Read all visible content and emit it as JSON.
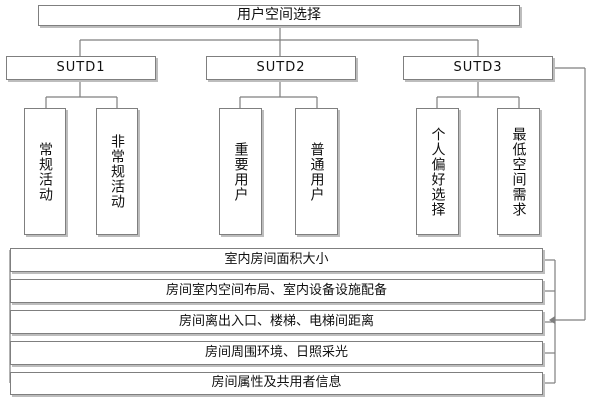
{
  "diagram": {
    "title": "用户空间选择",
    "sutd": [
      {
        "label": "SUTD1",
        "children": [
          "常规活动",
          "非常规活动"
        ]
      },
      {
        "label": "SUTD2",
        "children": [
          "重要用户",
          "普通用户"
        ]
      },
      {
        "label": "SUTD3",
        "children": [
          "个人偏好选择",
          "最低空间需求"
        ]
      }
    ],
    "factors": [
      "室内房间面积大小",
      "房间室内空间布局、室内设备设施配备",
      "房间离出入口、楼梯、电梯间距离",
      "房间周围环境、日照采光",
      "房间属性及共用者信息"
    ]
  }
}
